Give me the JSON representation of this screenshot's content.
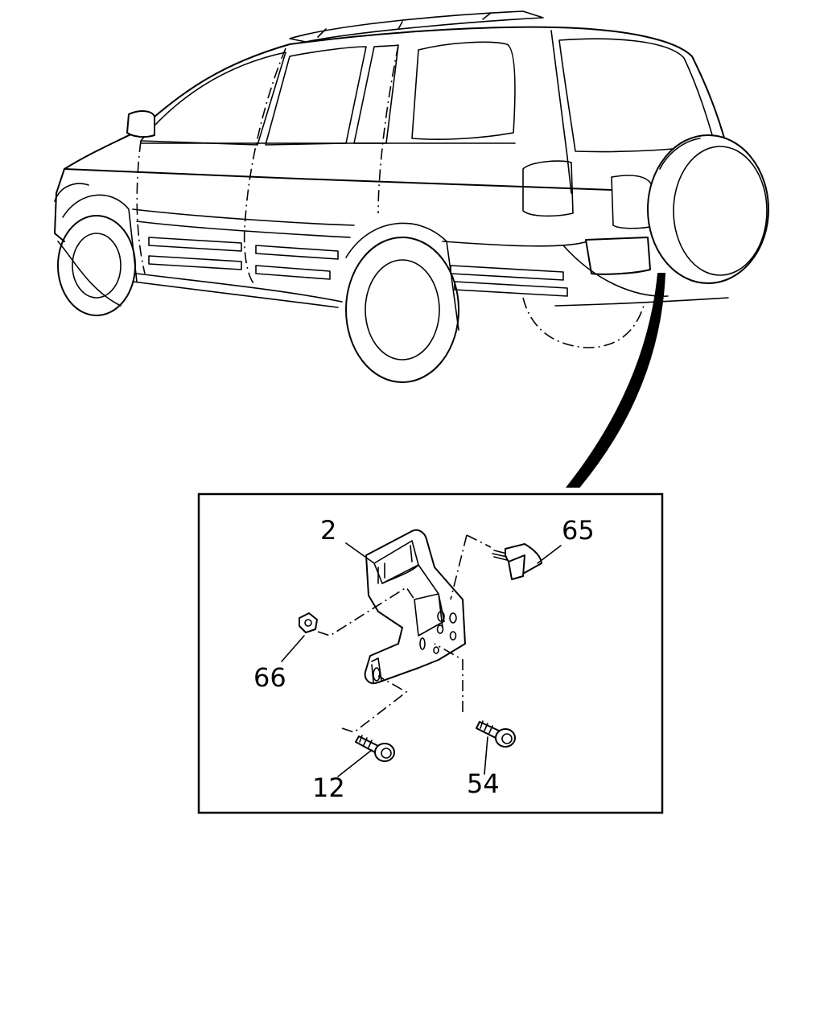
{
  "diagram": {
    "callouts": {
      "bracket": "2",
      "sensor": "65",
      "nut": "66",
      "bolt_lower_left": "12",
      "bolt_lower_right": "54"
    }
  }
}
